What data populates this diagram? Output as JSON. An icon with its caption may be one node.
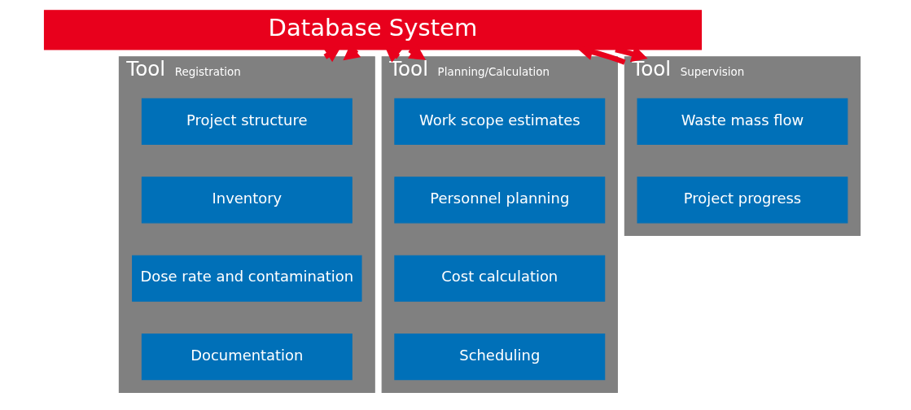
{
  "diagram": {
    "nodes": [
      {
        "text": [
          "Database System"
        ]
      },
      {
        "text": [
          "Tool",
          "Registration"
        ]
      },
      {
        "text": [
          "Project structure"
        ],
        "in": 1
      },
      {
        "text": [
          "Inventory"
        ],
        "in": 1
      },
      {
        "text": [
          "Dose rate and contamination"
        ],
        "in": 1
      },
      {
        "text": [
          "Documentation"
        ],
        "in": 1
      },
      {
        "text": [
          "Tool",
          "Planning/Calculation"
        ]
      },
      {
        "text": [
          "Work scope estimates"
        ],
        "in": 6
      },
      {
        "text": [
          "Personnel planning"
        ],
        "in": 6
      },
      {
        "text": [
          "Cost calculation"
        ],
        "in": 6
      },
      {
        "text": [
          "Scheduling"
        ],
        "in": 6
      },
      {
        "text": [
          "Tool",
          "Supervision"
        ]
      },
      {
        "text": [
          "Waste mass flow"
        ],
        "in": 11
      },
      {
        "text": [
          "Project progress"
        ],
        "in": 11
      }
    ],
    "edges": [
      {
        "from": 0,
        "to": 1,
        "arrow": "to"
      },
      {
        "from": 1,
        "to": 0,
        "arrow": "to"
      },
      {
        "from": 0,
        "to": 6,
        "arrow": "to"
      },
      {
        "from": 6,
        "to": 0,
        "arrow": "to"
      },
      {
        "from": 0,
        "to": 11,
        "arrow": "to"
      },
      {
        "from": 11,
        "to": 0,
        "arrow": "to"
      }
    ]
  }
}
